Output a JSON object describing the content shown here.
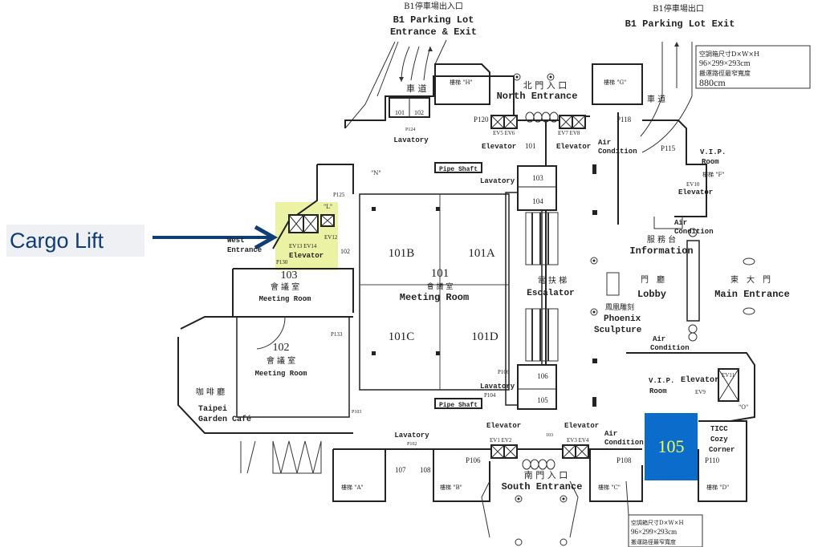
{
  "map": {
    "top_labels": {
      "b1_entrance_exit_zh": "B1停車場出入口",
      "b1_entrance_exit_en_1": "B1 Parking Lot",
      "b1_entrance_exit_en_2": "Entrance & Exit",
      "b1_exit_zh": "B1停車場出口",
      "b1_exit_en": "B1 Parking Lot Exit"
    },
    "dimension_notes": {
      "top": {
        "line1": "空調箱尺寸D×W×H",
        "line2": "96×299×293cm",
        "line3": "搬運路徑最窄寬度",
        "line4": "880cm"
      },
      "bottom": {
        "line1": "空調箱尺寸D×W×H",
        "line2": "96×299×293cm",
        "line3": "搬運路徑最窄寬度"
      }
    },
    "entrances": {
      "north_zh": "北 門 入 口",
      "north_en": "North Entrance",
      "south_zh": "南 門 入 口",
      "south_en": "South Entrance",
      "main_zh": "東　大　門",
      "main_en": "Main Entrance",
      "west_en_1": "West",
      "west_en_2": "Entrance"
    },
    "rooms": {
      "r101A": "101A",
      "r101B": "101B",
      "r101C": "101C",
      "r101D": "101D",
      "r101": "101",
      "r101_zh": "會 議 室",
      "r101_en": "Meeting Room",
      "r102": "102",
      "r102_zh": "會 議 室",
      "r102_en": "Meeting Room",
      "r103": "103",
      "r103_zh": "會 議 室",
      "r103_en": "Meeting Room",
      "cafe_zh": "咖 啡 廳",
      "cafe_en_1": "Taipei",
      "cafe_en_2": "Garden Café",
      "lobby_zh": "門　廳",
      "lobby_en": "Lobby",
      "phoenix_zh": "鳳凰雕刻",
      "phoenix_en_1": "Phoenix",
      "phoenix_en_2": "Sculpture",
      "info_zh": "服 務 台",
      "info_en": "Information",
      "escalator_zh": "電 扶 梯",
      "escalator_en": "Escalator",
      "vip_top_1": "V.I.P.",
      "vip_top_2": "Room",
      "vip_bottom_1": "V.I.P.",
      "vip_bottom_2": "Room",
      "cozy_1": "TICC",
      "cozy_2": "Cozy",
      "cozy_3": "Corner",
      "pipe_shaft_top": "Pipe Shaft",
      "pipe_shaft_bottom": "Pipe Shaft",
      "driveway_zh": "車 道",
      "driveway_right_zh": "車 道"
    },
    "lavatories": {
      "north_lav": "Lavatory",
      "north_lav_101": "101",
      "north_lav_102": "102",
      "north_lav_p": "P124",
      "center_lav_top": "Lavatory",
      "center_lav_103": "103",
      "center_lav_104": "104",
      "center_lav_bottom": "Lavatory",
      "center_lav_105": "105",
      "center_lav_106": "106",
      "south_lav": "Lavatory",
      "south_lav_p": "P102",
      "south_lav_107": "107",
      "south_lav_108": "108"
    },
    "elevators": {
      "ev5_6": "EV5 EV6",
      "ev5_6_label": "Elevator",
      "ev7_8": "EV7 EV8",
      "ev7_8_label": "Elevator",
      "ev1_2": "EV1 EV2",
      "ev1_2_label": "Elevator",
      "ev3_4": "EV3 EV4",
      "ev3_4_label": "Elevator",
      "ev9": "EV9",
      "ev9_label": "Elevator",
      "ev10": "EV10",
      "ev10_label": "Elevator",
      "ev11": "EV11",
      "ev12": "EV12",
      "ev13_14": "EV13 EV14",
      "ev13_14_label": "Elevator"
    },
    "stairs": {
      "a": "樓梯 \"A\"",
      "b": "樓梯 \"B\"",
      "c": "樓梯 \"C\"",
      "d": "樓梯 \"D\"",
      "f": "樓梯 \"F\"",
      "g": "樓梯 \"G\"",
      "h": "樓梯 \"H\"",
      "l": "\"L\"",
      "n": "\"N\"",
      "o": "\"O\""
    },
    "air_condition": {
      "north": "Air Condition",
      "north_right_1": "Air",
      "north_right_2": "Condition",
      "east_1": "Air",
      "east_2": "Condition",
      "south_1": "Air",
      "south_2": "Condition"
    },
    "p_codes": {
      "p120": "P120",
      "p118": "P118",
      "p115": "P115",
      "p125": "P125",
      "p130": "P130",
      "p133": "P133",
      "p103": "P103",
      "p104": "P104",
      "p106": "P106",
      "p108": "P108",
      "p110": "P110",
      "p101": "101",
      "p102_side": "102",
      "p103_door": "103"
    }
  },
  "annotations": {
    "cargo_lift_label": "Cargo Lift",
    "highlight_room_label": "105",
    "highlight_room_color": "#0b6ccc",
    "highlight_text_color": "#f4ff4a",
    "cargo_highlight_color": "#dce85a",
    "arrow_color": "#0f3d75"
  }
}
